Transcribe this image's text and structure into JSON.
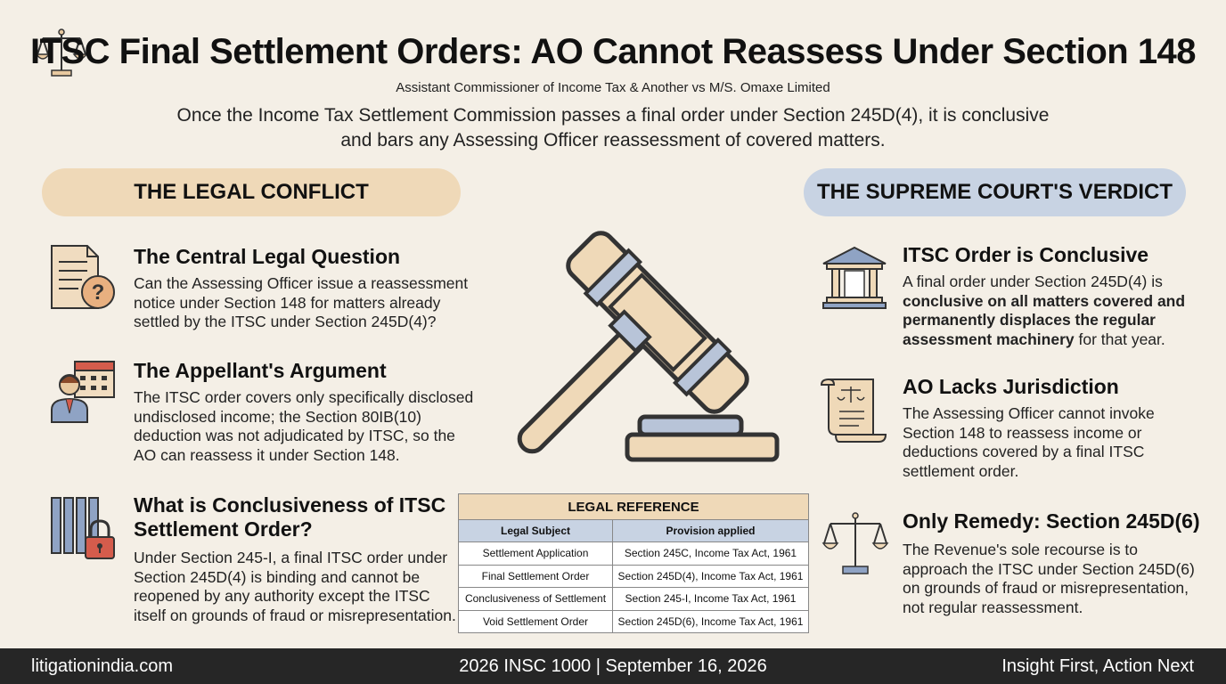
{
  "header": {
    "title": "ITSC Final Settlement Orders: AO Cannot Reassess Under Section 148",
    "subtitle": "Assistant Commissioner of Income Tax & Another vs M/S. Omaxe Limited",
    "lead_line1": "Once the Income Tax Settlement Commission passes a final order under Section 245D(4), it is conclusive",
    "lead_line2": "and bars any Assessing Officer reassessment of covered matters."
  },
  "left": {
    "heading": "THE LEGAL CONFLICT",
    "items": [
      {
        "title": "The Central Legal Question",
        "body": "Can the Assessing Officer issue a reassessment notice under Section 148 for matters already settled by the ITSC under Section 245D(4)?",
        "icon": "document-question-icon"
      },
      {
        "title": "The Appellant's Argument",
        "body": "The ITSC order covers only specifically disclosed undisclosed income; the Section 80IB(10) deduction was not adjudicated by ITSC, so the AO can reassess it under Section 148.",
        "icon": "officer-calendar-icon"
      },
      {
        "title_line1": "What is Conclusiveness of ITSC",
        "title_line2": "Settlement Order?",
        "body": "Under Section 245-I, a final ITSC order under Section 245D(4) is binding and cannot be reopened by any authority except the ITSC itself on grounds of fraud or misrepresentation.",
        "icon": "locked-files-icon"
      }
    ]
  },
  "right": {
    "heading": "THE SUPREME COURT'S VERDICT",
    "items": [
      {
        "title": "ITSC Order is Conclusive",
        "body_pre": "A final order under Section 245D(4) is ",
        "body_bold": "conclusive on all matters covered and permanently displaces the regular assessment machinery",
        "body_post": " for that year.",
        "icon": "courthouse-icon"
      },
      {
        "title": "AO Lacks Jurisdiction",
        "body": "The Assessing Officer cannot invoke Section 148 to reassess income or deductions covered by a final ITSC settlement order.",
        "icon": "scroll-scales-icon"
      },
      {
        "title": "Only Remedy: Section 245D(6)",
        "body": "The Revenue's sole recourse is to approach the ITSC under Section 245D(6) on grounds of fraud or misrepresentation, not regular reassessment.",
        "icon": "scales-icon"
      }
    ]
  },
  "reference": {
    "caption": "LEGAL REFERENCE",
    "columns": [
      "Legal Subject",
      "Provision applied"
    ],
    "rows": [
      [
        "Settlement Application",
        "Section 245C, Income Tax Act, 1961"
      ],
      [
        "Final Settlement Order",
        "Section 245D(4), Income Tax Act, 1961"
      ],
      [
        "Conclusiveness of Settlement",
        "Section 245-I, Income Tax Act, 1961"
      ],
      [
        "Void Settlement Order",
        "Section 245D(6), Income Tax Act, 1961"
      ]
    ]
  },
  "footer": {
    "left": "litigationindia.com",
    "center": "2026 INSC 1000 | September 16, 2026",
    "right": "Insight First, Action Next"
  },
  "colors": {
    "background": "#f4efe6",
    "tan": "#efd9b8",
    "blue": "#c8d3e3",
    "footer": "#262626"
  }
}
